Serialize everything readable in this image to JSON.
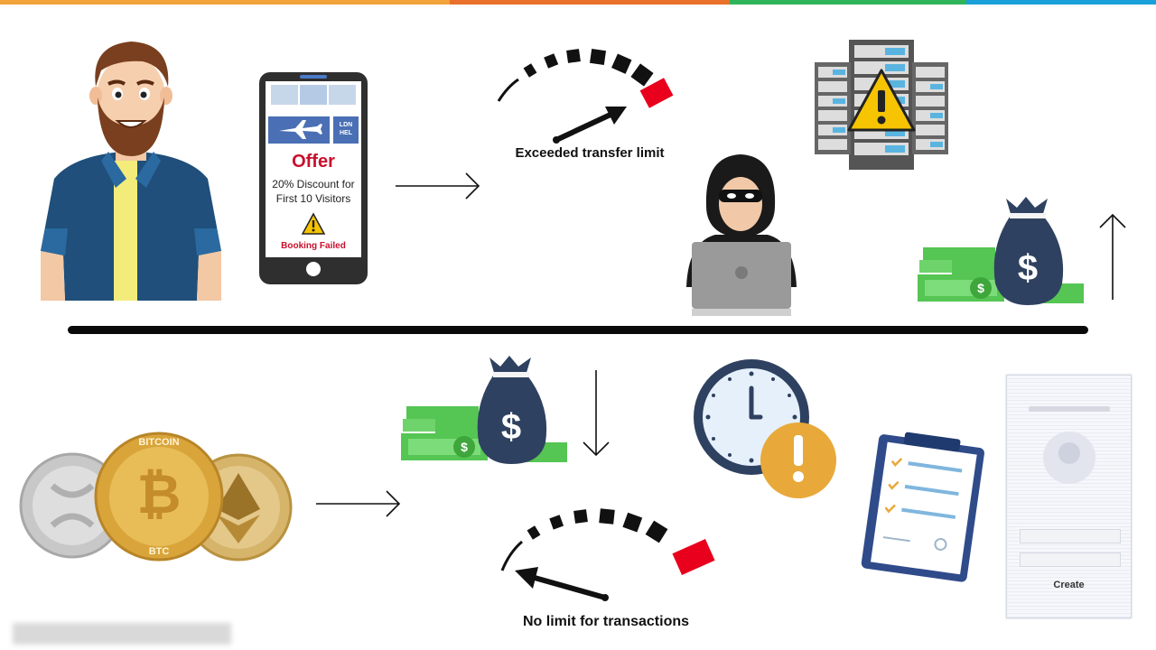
{
  "colors": {
    "top_bar": [
      "#f2a33a",
      "#e8702a",
      "#2fb45a",
      "#1aa0d8"
    ],
    "divider": "#0a0a0a",
    "offer_red": "#c8102e",
    "airline_blue": "#4a6fb5",
    "money_green": "#55c553",
    "bag_navy": "#2f4160",
    "gold": "#d9a53b",
    "warning_yellow": "#f6c400",
    "gauge_red": "#e8001c"
  },
  "phone": {
    "header_cells": [
      "",
      "",
      ""
    ],
    "route_codes": "LDN\nHEL",
    "offer_title": "Offer",
    "offer_line1": "20% Discount for",
    "offer_line2": "First 10 Visitors",
    "booking_status": "Booking Failed"
  },
  "gauge_top": {
    "caption": "Exceeded transfer limit"
  },
  "gauge_bottom": {
    "caption": "No limit for transactions"
  },
  "coins": {
    "bitcoin_label": "BITCOIN",
    "btc_label": "BTC"
  },
  "form_card": {
    "create_label": "Create"
  },
  "icons": {
    "man": "man-avatar-icon",
    "phone": "smartphone-icon",
    "server": "server-warning-icon",
    "hacker": "hacker-laptop-icon",
    "money_top": "money-bag-icon",
    "money_bottom": "money-bag-icon",
    "clock": "clock-alert-icon",
    "clipboard": "clipboard-icon",
    "coins": "crypto-coins-icon"
  }
}
